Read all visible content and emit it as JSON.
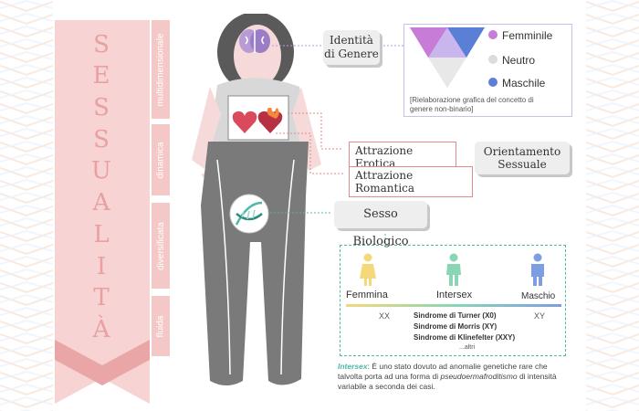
{
  "title_letters": [
    "S",
    "E",
    "S",
    "S",
    "U",
    "A",
    "L",
    "I",
    "T",
    "À"
  ],
  "tabs": [
    "multidimensionale",
    "dinamica",
    "diversificata",
    "fluida"
  ],
  "labels": {
    "identita": "Identità di Genere",
    "attrazione_erotica": "Attrazione Erotica",
    "attrazione_romantica": "Attrazione Romantica",
    "orientamento": "Orientamento Sessuale",
    "sesso_biologico": "Sesso Biologico"
  },
  "gender_legend": {
    "items": [
      {
        "label": "Femminile",
        "color": "#c77dd8"
      },
      {
        "label": "Neutro",
        "color": "#dcdcdc"
      },
      {
        "label": "Maschile",
        "color": "#5b7fd6"
      }
    ],
    "note": "[Rielaborazione grafica del concetto di genere non-binario]"
  },
  "biological": {
    "female": "Femmina",
    "intersex": "Intersex",
    "male": "Maschio",
    "xx": "XX",
    "xy": "XY",
    "syndromes": [
      "Sindrome di Turner (X0)",
      "Sindrome di Morris (XY)",
      "Sindrome di Klinefelter (XXY)"
    ],
    "others": "...altri"
  },
  "footnote": {
    "term": "Intersex",
    "text_a": ": È uno stato dovuto ad anomalie genetiche rare che talvolta porta ad una forma di ",
    "emph": "pseudoermafroditismo",
    "text_b": " di intensità variabile a seconda dei casi."
  },
  "colors": {
    "pink": "#f5c8c8",
    "accent": "#e38a8a",
    "gray": "#7a7a7a",
    "teal": "#4fb8a8"
  }
}
